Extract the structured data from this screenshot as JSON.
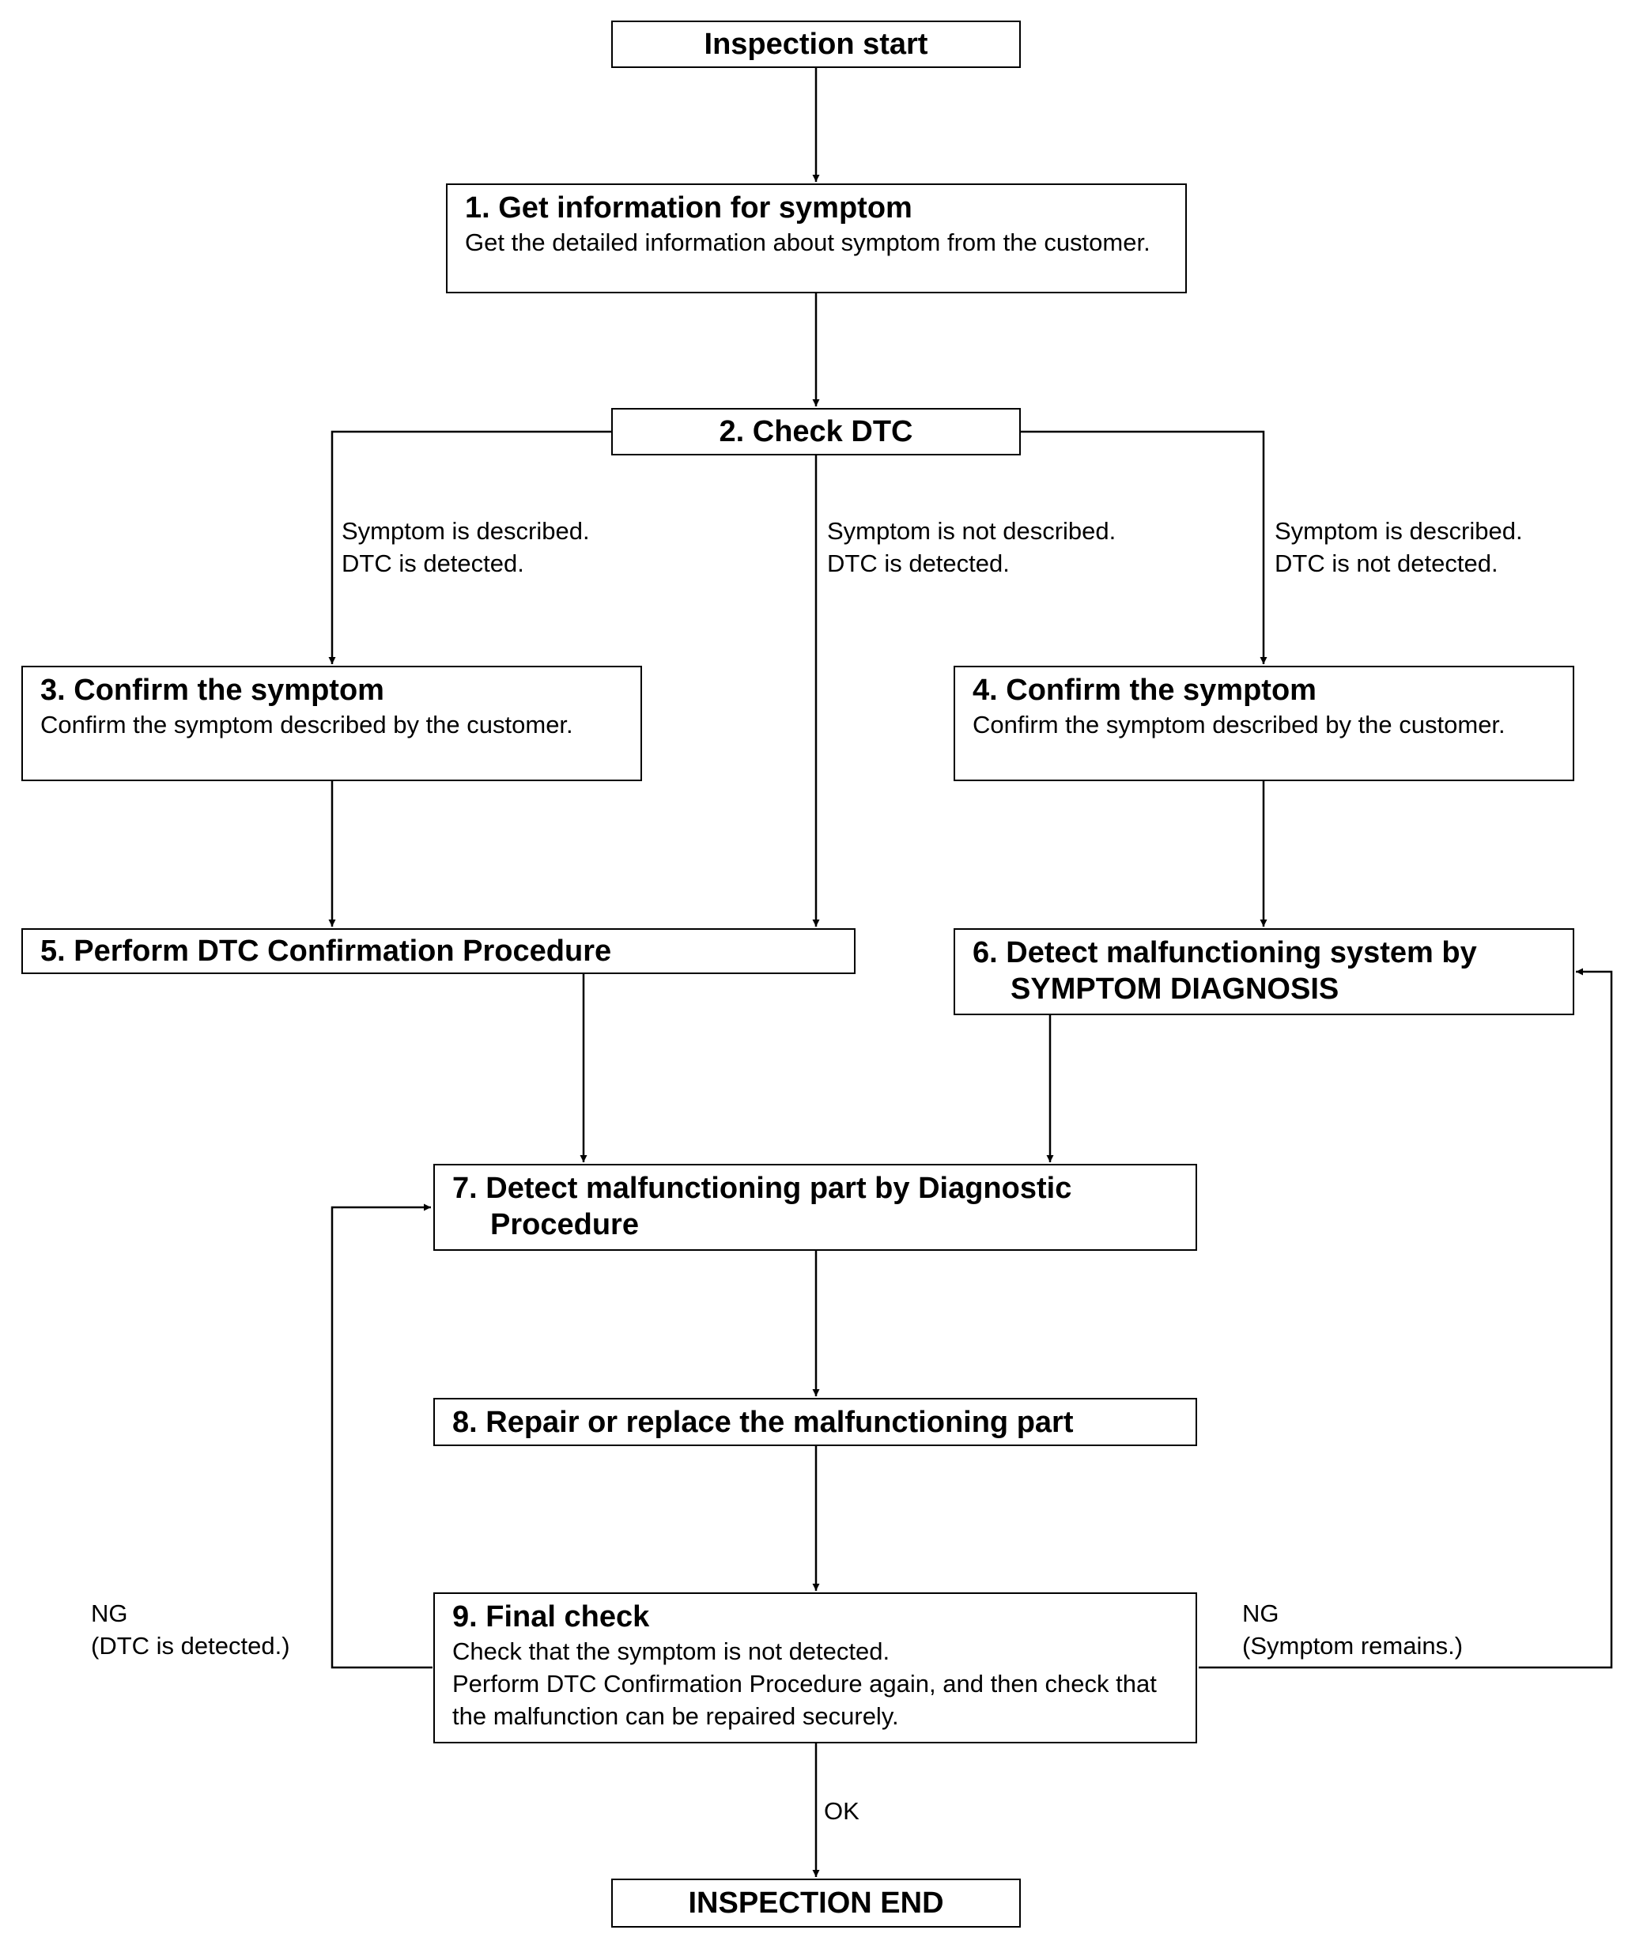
{
  "start": {
    "title": "Inspection start"
  },
  "steps": [
    {
      "title": "1. Get information for symptom",
      "desc": "Get the detailed information about symptom from the customer."
    },
    {
      "title": "2. Check DTC"
    },
    {
      "title": "3. Confirm the symptom",
      "desc": "Confirm the symptom described by the customer."
    },
    {
      "title": "4. Confirm the symptom",
      "desc": "Confirm the symptom described by the customer."
    },
    {
      "title": "5. Perform DTC Confirmation Procedure"
    },
    {
      "title_line1": "6. Detect malfunctioning system by",
      "title_line2": "SYMPTOM DIAGNOSIS"
    },
    {
      "title_line1": "7. Detect malfunctioning part by Diagnostic",
      "title_line2": "Procedure"
    },
    {
      "title": "8. Repair or replace the malfunctioning part"
    },
    {
      "title": "9. Final check",
      "desc_line1": "Check that the symptom is not detected.",
      "desc_line2": "Perform DTC Confirmation Procedure again, and then check that the malfunction can be repaired securely."
    }
  ],
  "branches": {
    "left": {
      "line1": "Symptom is described.",
      "line2": "DTC is detected."
    },
    "middle": {
      "line1": "Symptom is not described.",
      "line2": "DTC is detected."
    },
    "right": {
      "line1": "Symptom is described.",
      "line2": "DTC is not detected."
    }
  },
  "loops": {
    "left": {
      "line1": "NG",
      "line2": "(DTC is detected.)"
    },
    "right": {
      "line1": "NG",
      "line2": "(Symptom remains.)"
    },
    "ok": "OK"
  },
  "end": {
    "title": "INSPECTION END"
  }
}
